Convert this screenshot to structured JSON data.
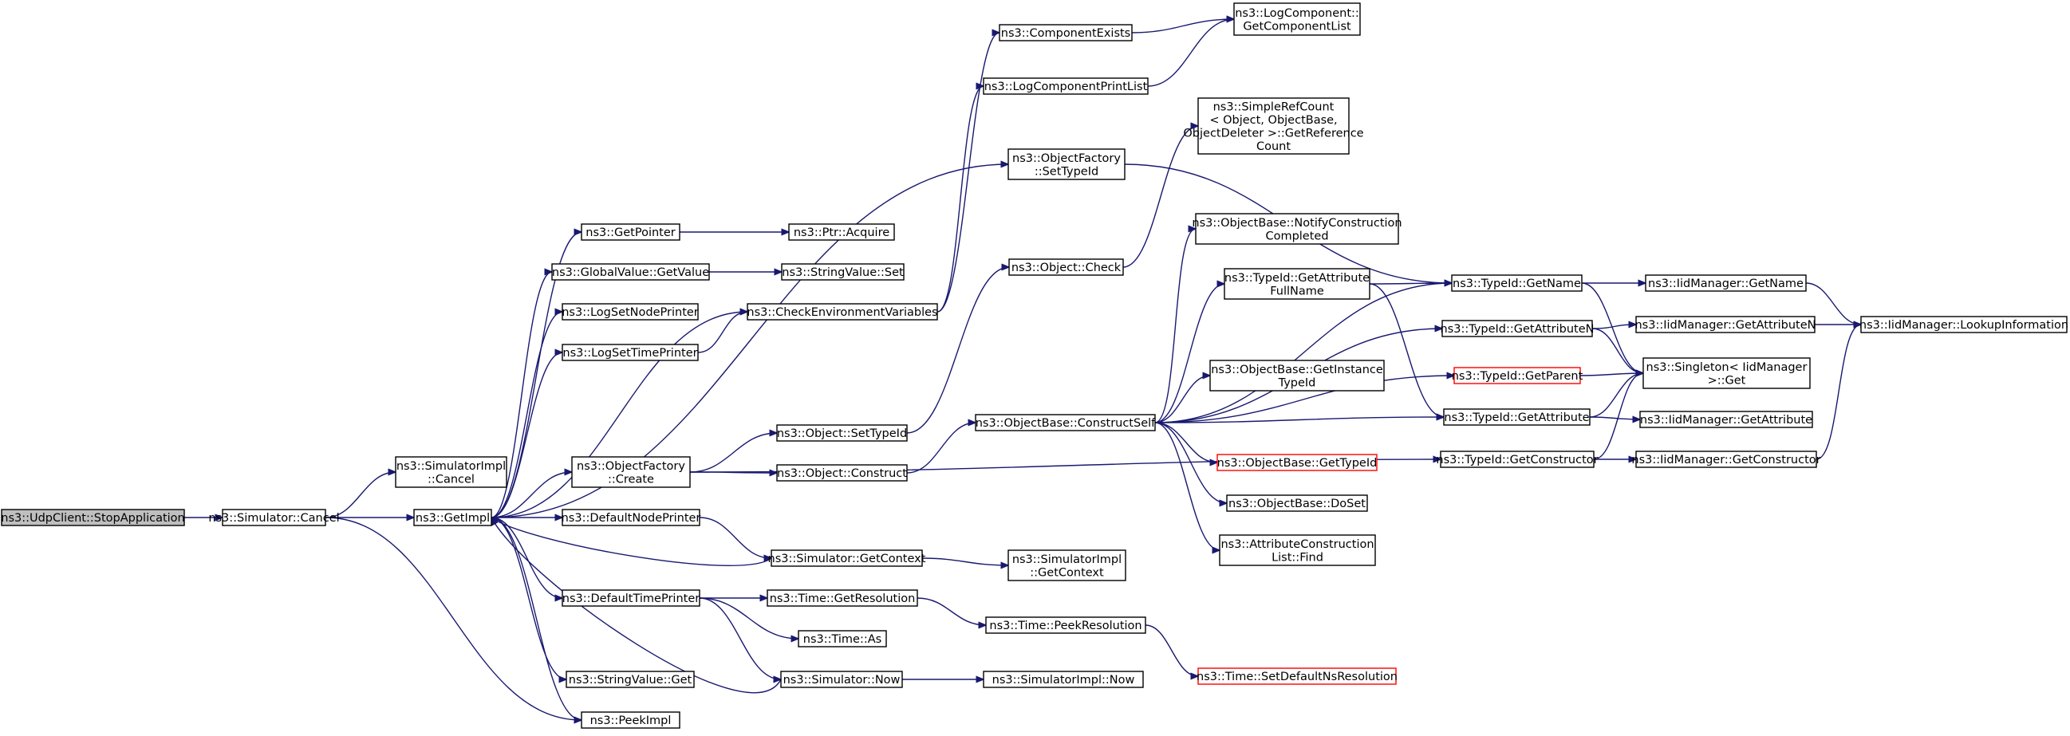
{
  "nodes": [
    {
      "id": "stop_app",
      "lines": [
        "ns3::UdpClient::StopApplication"
      ],
      "root": true
    },
    {
      "id": "sim_cancel",
      "lines": [
        "ns3::Simulator::Cancel"
      ]
    },
    {
      "id": "simimpl_cancel",
      "lines": [
        "ns3::SimulatorImpl",
        "::Cancel"
      ]
    },
    {
      "id": "getimpl",
      "lines": [
        "ns3::GetImpl"
      ]
    },
    {
      "id": "peekimpl",
      "lines": [
        "ns3::PeekImpl"
      ]
    },
    {
      "id": "getpointer",
      "lines": [
        "ns3::GetPointer"
      ]
    },
    {
      "id": "gv_getvalue",
      "lines": [
        "ns3::GlobalValue::GetValue"
      ]
    },
    {
      "id": "logsetnode",
      "lines": [
        "ns3::LogSetNodePrinter"
      ]
    },
    {
      "id": "logsettime",
      "lines": [
        "ns3::LogSetTimePrinter"
      ]
    },
    {
      "id": "of_create",
      "lines": [
        "ns3::ObjectFactory",
        "::Create"
      ]
    },
    {
      "id": "defnodeprinter",
      "lines": [
        "ns3::DefaultNodePrinter"
      ]
    },
    {
      "id": "deftimeprinter",
      "lines": [
        "ns3::DefaultTimePrinter"
      ]
    },
    {
      "id": "sv_get",
      "lines": [
        "ns3::StringValue::Get"
      ]
    },
    {
      "id": "ptr_acquire",
      "lines": [
        "ns3::Ptr::Acquire"
      ]
    },
    {
      "id": "sv_set",
      "lines": [
        "ns3::StringValue::Set"
      ]
    },
    {
      "id": "checkenv",
      "lines": [
        "ns3::CheckEnvironmentVariables"
      ]
    },
    {
      "id": "obj_settypeid",
      "lines": [
        "ns3::Object::SetTypeId"
      ]
    },
    {
      "id": "obj_construct",
      "lines": [
        "ns3::Object::Construct"
      ]
    },
    {
      "id": "sim_getcontext",
      "lines": [
        "ns3::Simulator::GetContext"
      ]
    },
    {
      "id": "time_getres",
      "lines": [
        "ns3::Time::GetResolution"
      ]
    },
    {
      "id": "time_as",
      "lines": [
        "ns3::Time::As"
      ]
    },
    {
      "id": "sim_now",
      "lines": [
        "ns3::Simulator::Now"
      ]
    },
    {
      "id": "compexists",
      "lines": [
        "ns3::ComponentExists"
      ]
    },
    {
      "id": "logcompprint",
      "lines": [
        "ns3::LogComponentPrintList"
      ]
    },
    {
      "id": "of_settypeid",
      "lines": [
        "ns3::ObjectFactory",
        "::SetTypeId"
      ]
    },
    {
      "id": "obj_check",
      "lines": [
        "ns3::Object::Check"
      ]
    },
    {
      "id": "ob_constructself",
      "lines": [
        "ns3::ObjectBase::ConstructSelf"
      ]
    },
    {
      "id": "simimpl_getcontext",
      "lines": [
        "ns3::SimulatorImpl",
        "::GetContext"
      ]
    },
    {
      "id": "time_peekres",
      "lines": [
        "ns3::Time::PeekResolution"
      ]
    },
    {
      "id": "simimpl_now",
      "lines": [
        "ns3::SimulatorImpl::Now"
      ]
    },
    {
      "id": "logcomp_getlist",
      "lines": [
        "ns3::LogComponent::",
        "GetComponentList"
      ]
    },
    {
      "id": "srefcount",
      "lines": [
        "ns3::SimpleRefCount",
        "< Object, ObjectBase,",
        "ObjectDeleter >::GetReference",
        "Count"
      ]
    },
    {
      "id": "ob_notify",
      "lines": [
        "ns3::ObjectBase::NotifyConstruction",
        "Completed"
      ]
    },
    {
      "id": "tid_getattrfull",
      "lines": [
        "ns3::TypeId::GetAttribute",
        "FullName"
      ]
    },
    {
      "id": "ob_getinstance",
      "lines": [
        "ns3::ObjectBase::GetInstance",
        "TypeId"
      ]
    },
    {
      "id": "ob_gettypeid",
      "lines": [
        "ns3::ObjectBase::GetTypeId"
      ],
      "truncated": true
    },
    {
      "id": "ob_doset",
      "lines": [
        "ns3::ObjectBase::DoSet"
      ]
    },
    {
      "id": "attr_find",
      "lines": [
        "ns3::AttributeConstruction",
        "List::Find"
      ]
    },
    {
      "id": "time_setdefault",
      "lines": [
        "ns3::Time::SetDefaultNsResolution"
      ],
      "truncated": true
    },
    {
      "id": "tid_getname",
      "lines": [
        "ns3::TypeId::GetName"
      ]
    },
    {
      "id": "tid_getattrn",
      "lines": [
        "ns3::TypeId::GetAttributeN"
      ]
    },
    {
      "id": "tid_getparent",
      "lines": [
        "ns3::TypeId::GetParent"
      ],
      "truncated": true
    },
    {
      "id": "tid_getattr",
      "lines": [
        "ns3::TypeId::GetAttribute"
      ]
    },
    {
      "id": "tid_getctor",
      "lines": [
        "ns3::TypeId::GetConstructor"
      ]
    },
    {
      "id": "iid_getname",
      "lines": [
        "ns3::IidManager::GetName"
      ]
    },
    {
      "id": "iid_getattrn",
      "lines": [
        "ns3::IidManager::GetAttributeN"
      ]
    },
    {
      "id": "singleton_get",
      "lines": [
        "ns3::Singleton< IidManager",
        ">::Get"
      ]
    },
    {
      "id": "iid_getattr",
      "lines": [
        "ns3::IidManager::GetAttribute"
      ]
    },
    {
      "id": "iid_getctor",
      "lines": [
        "ns3::IidManager::GetConstructor"
      ]
    },
    {
      "id": "iid_lookup",
      "lines": [
        "ns3::IidManager::LookupInformation"
      ]
    }
  ],
  "edges": [
    [
      "stop_app",
      "sim_cancel"
    ],
    [
      "sim_cancel",
      "simimpl_cancel"
    ],
    [
      "sim_cancel",
      "getimpl"
    ],
    [
      "sim_cancel",
      "peekimpl"
    ],
    [
      "getimpl",
      "getpointer"
    ],
    [
      "getimpl",
      "gv_getvalue"
    ],
    [
      "getimpl",
      "logsetnode"
    ],
    [
      "getimpl",
      "logsettime"
    ],
    [
      "getimpl",
      "of_create"
    ],
    [
      "getimpl",
      "defnodeprinter"
    ],
    [
      "getimpl",
      "deftimeprinter"
    ],
    [
      "getimpl",
      "sv_get"
    ],
    [
      "getimpl",
      "peekimpl"
    ],
    [
      "getimpl",
      "checkenv"
    ],
    [
      "getimpl",
      "of_settypeid"
    ],
    [
      "getpointer",
      "ptr_acquire"
    ],
    [
      "gv_getvalue",
      "sv_set"
    ],
    [
      "logsettime",
      "checkenv"
    ],
    [
      "checkenv",
      "compexists"
    ],
    [
      "checkenv",
      "logcompprint"
    ],
    [
      "of_create",
      "obj_settypeid"
    ],
    [
      "of_create",
      "obj_construct"
    ],
    [
      "of_create",
      "tid_getctor"
    ],
    [
      "defnodeprinter",
      "sim_getcontext"
    ],
    [
      "sim_getcontext",
      "getimpl"
    ],
    [
      "sim_getcontext",
      "simimpl_getcontext"
    ],
    [
      "deftimeprinter",
      "time_getres"
    ],
    [
      "deftimeprinter",
      "time_as"
    ],
    [
      "deftimeprinter",
      "sim_now"
    ],
    [
      "sim_now",
      "getimpl"
    ],
    [
      "sim_now",
      "simimpl_now"
    ],
    [
      "time_getres",
      "time_peekres"
    ],
    [
      "time_peekres",
      "time_setdefault"
    ],
    [
      "obj_settypeid",
      "obj_check"
    ],
    [
      "obj_check",
      "srefcount"
    ],
    [
      "obj_construct",
      "ob_constructself"
    ],
    [
      "compexists",
      "logcomp_getlist"
    ],
    [
      "logcompprint",
      "logcomp_getlist"
    ],
    [
      "of_settypeid",
      "tid_getname"
    ],
    [
      "ob_constructself",
      "ob_notify"
    ],
    [
      "ob_constructself",
      "tid_getattrfull"
    ],
    [
      "ob_constructself",
      "tid_getname"
    ],
    [
      "ob_constructself",
      "tid_getattrn"
    ],
    [
      "ob_constructself",
      "ob_getinstance"
    ],
    [
      "ob_constructself",
      "tid_getparent"
    ],
    [
      "ob_constructself",
      "ob_gettypeid"
    ],
    [
      "ob_constructself",
      "ob_doset"
    ],
    [
      "ob_constructself",
      "attr_find"
    ],
    [
      "ob_constructself",
      "tid_getattr"
    ],
    [
      "tid_getattrfull",
      "tid_getname"
    ],
    [
      "tid_getattrfull",
      "tid_getattr"
    ],
    [
      "tid_getname",
      "iid_getname"
    ],
    [
      "tid_getname",
      "singleton_get"
    ],
    [
      "tid_getattrn",
      "iid_getattrn"
    ],
    [
      "tid_getattrn",
      "singleton_get"
    ],
    [
      "tid_getparent",
      "singleton_get"
    ],
    [
      "tid_getattr",
      "iid_getattr"
    ],
    [
      "tid_getattr",
      "singleton_get"
    ],
    [
      "tid_getctor",
      "iid_getctor"
    ],
    [
      "tid_getctor",
      "singleton_get"
    ],
    [
      "iid_getname",
      "iid_lookup"
    ],
    [
      "iid_getattrn",
      "iid_lookup"
    ],
    [
      "iid_getctor",
      "iid_lookup"
    ]
  ],
  "colors": {
    "edge": "#191970",
    "root_fill": "#bfbfbf",
    "node_border": "#000000",
    "truncated_border": "#ff0000"
  }
}
